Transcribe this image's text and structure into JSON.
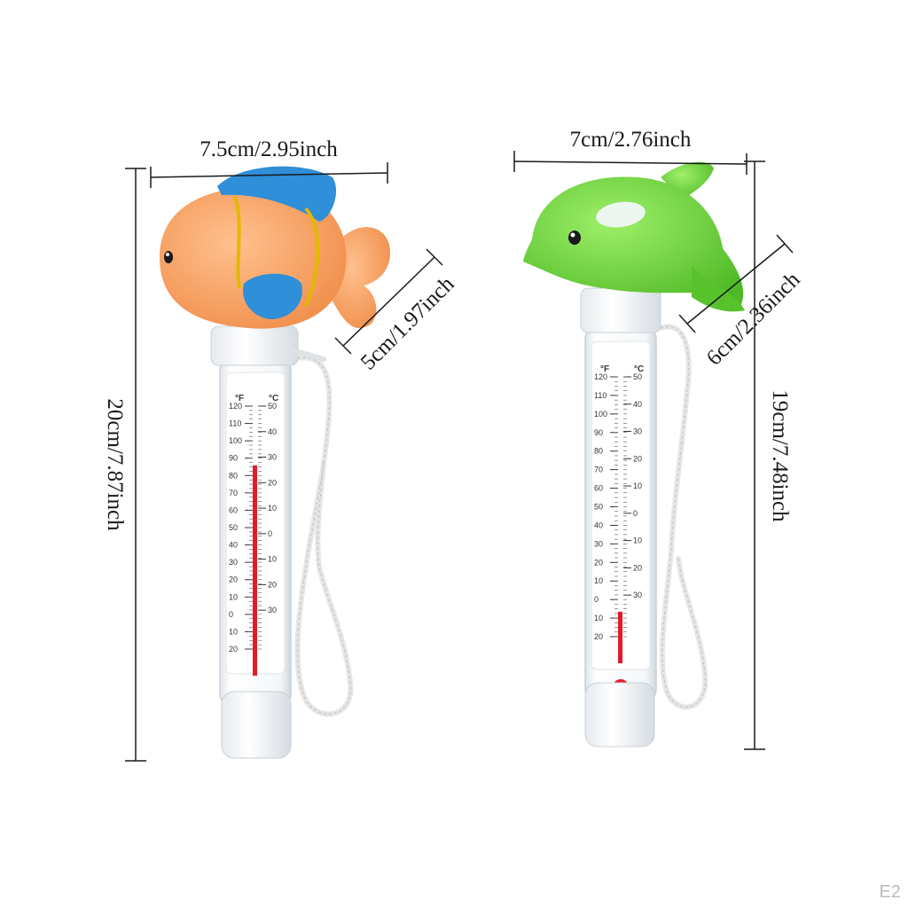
{
  "dimensions": {
    "fish_width": "7.5cm/2.95inch",
    "fish_height": "20cm/7.87inch",
    "fish_depth": "5cm/1.97inch",
    "dolphin_width": "7cm/2.76inch",
    "dolphin_height": "19cm/7.48inch",
    "dolphin_depth": "6cm/2.36inch"
  },
  "scale": {
    "fahrenheit_unit": "°F",
    "celsius_unit": "°C",
    "fahrenheit_ticks": [
      "120",
      "110",
      "100",
      "90",
      "80",
      "70",
      "60",
      "50",
      "40",
      "30",
      "20",
      "10",
      "0",
      "10",
      "20"
    ],
    "celsius_ticks": [
      "50",
      "40",
      "30",
      "20",
      "10",
      "0",
      "10",
      "20",
      "30"
    ]
  },
  "readings": {
    "fish_mercury_level": 0.78,
    "dolphin_mercury_level": 0.18
  },
  "watermark": "E2",
  "colors": {
    "fish_body": "#f5a76a",
    "fish_fin_blue": "#2f8fd8",
    "dolphin_body": "#6ed43a",
    "mercury": "#e21b2c",
    "tube_white": "#f4f7f9"
  }
}
